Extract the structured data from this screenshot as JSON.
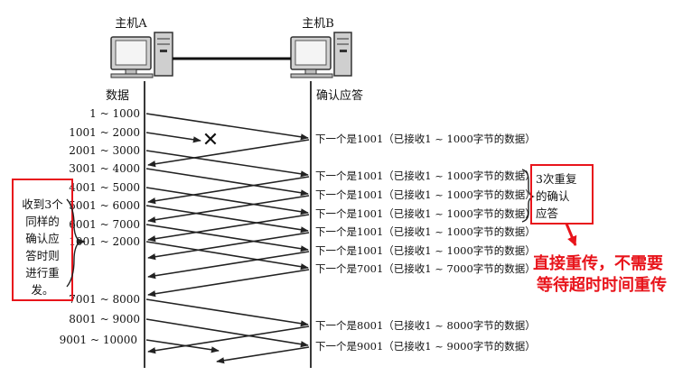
{
  "hosts": {
    "a_label": "主机A",
    "b_label": "主机B"
  },
  "columns": {
    "a_header": "数据",
    "b_header": "确认应答"
  },
  "segments": [
    "1 ~ 1000",
    "1001 ~ 2000",
    "2001 ~ 3000",
    "3001 ~ 4000",
    "4001 ~ 5000",
    "5001 ~ 6000",
    "6001 ~ 7000",
    "1001 ~ 2000",
    "7001 ~ 8000",
    "8001 ~ 9000",
    "9001 ~ 10000"
  ],
  "acks": [
    "下一个是1001（已接收1 ~ 1000字节的数据）",
    "下一个是1001（已接收1 ~ 1000字节的数据）",
    "下一个是1001（已接收1 ~ 1000字节的数据）",
    "下一个是1001（已接收1 ~ 1000字节的数据）",
    "下一个是1001（已接收1 ~ 1000字节的数据）",
    "下一个是1001（已接收1 ~ 1000字节的数据）",
    "下一个是7001（已接收1 ~ 7000字节的数据）",
    "下一个是8001（已接收1 ~ 8000字节的数据）",
    "下一个是9001（已接收1 ~ 9000字节的数据）"
  ],
  "lost_marker": "✕",
  "left_note": [
    "收到3个",
    "同样的",
    "确认应",
    "答时则",
    "进行重",
    "发。"
  ],
  "right_note": [
    "3次重复",
    "的确认",
    "应答"
  ],
  "annotation": [
    "直接重传，不需要",
    "等待超时时间重传"
  ],
  "colors": {
    "annotation_red": "#e8141b",
    "line": "#222222",
    "monitor_fill": "#cfcfcf"
  }
}
